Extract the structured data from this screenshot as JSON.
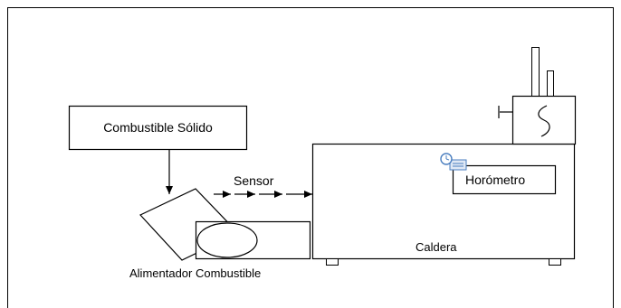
{
  "labels": {
    "solid_fuel": "Combustible Sólido",
    "sensor": "Sensor",
    "hour_meter": "Horómetro",
    "boiler": "Caldera",
    "fuel_feeder": "Alimentador Combustible"
  },
  "icons": {
    "hour_meter_icon": "clock-document-icon"
  },
  "colors": {
    "stroke": "#000000",
    "background": "#ffffff",
    "icon_blue": "#4a7ebf"
  }
}
